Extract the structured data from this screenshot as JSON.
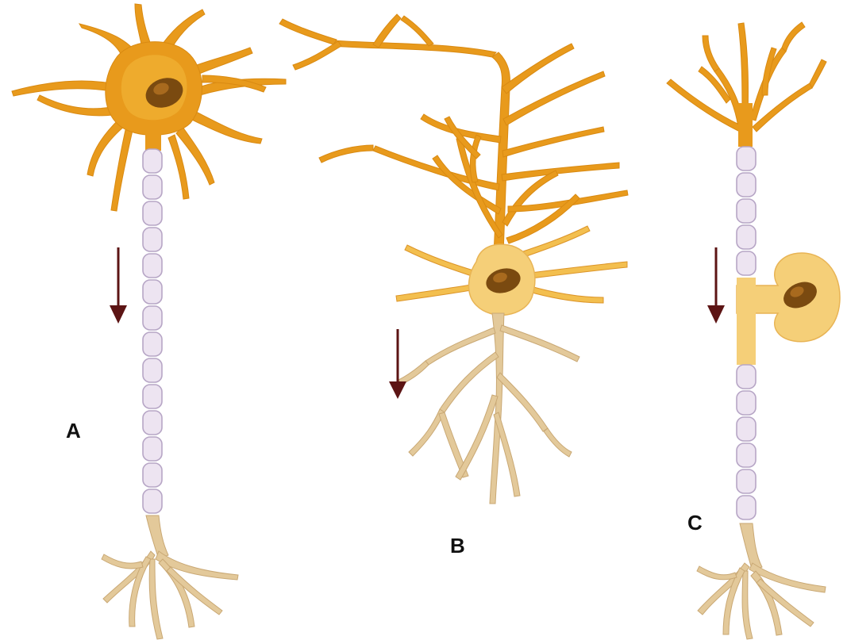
{
  "labels": {
    "a": "A",
    "b": "B",
    "c": "C"
  },
  "colors": {
    "dendrite": "#E89A1C",
    "dendrite_light": "#F2B93C",
    "soma_pale": "#F5CF78",
    "axon_terminal": "#E3C99A",
    "axon_terminal_stroke": "#C9A874",
    "myelin": "#EDE4F1",
    "myelin_stroke": "#B7A6C6",
    "nucleus": "#7A4A10",
    "nucleus_light": "#A86A1E",
    "arrow": "#5C1414"
  }
}
